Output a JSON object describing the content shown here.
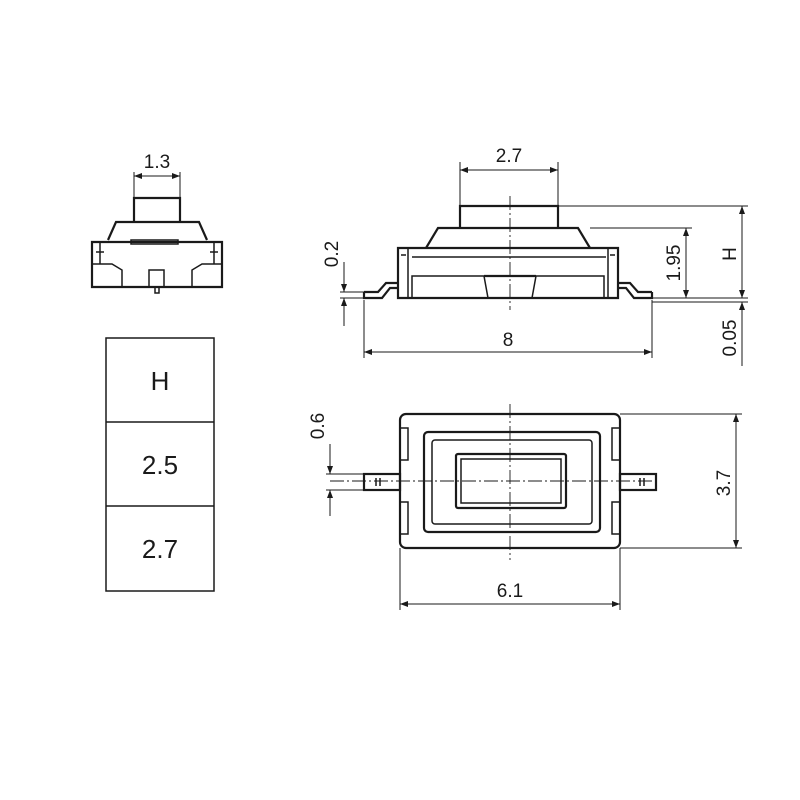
{
  "dimensions": {
    "side_button_width": "1.3",
    "front_button_width": "2.7",
    "pin_offset": "0.2",
    "body_height": "1.95",
    "overall_height": "H",
    "total_length": "8",
    "standoff": "0.05",
    "pin_width": "0.6",
    "body_width": "3.7",
    "body_length": "6.1"
  },
  "height_table": {
    "header": "H",
    "rows": [
      "2.5",
      "2.7"
    ]
  }
}
